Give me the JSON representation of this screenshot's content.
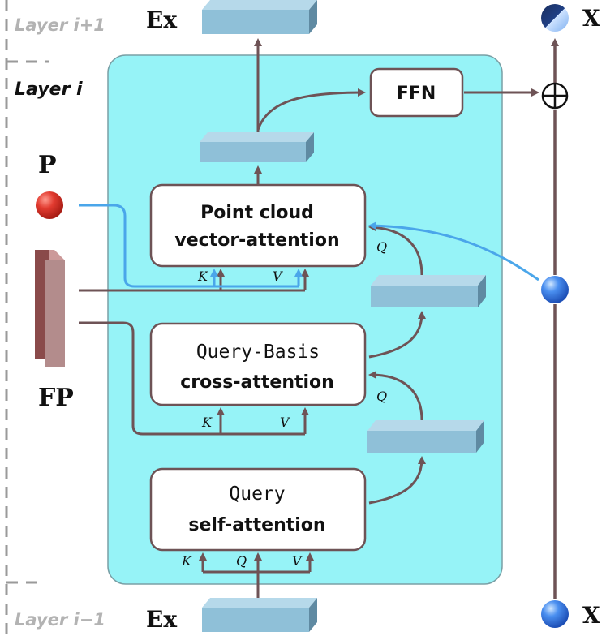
{
  "layers": {
    "above": "Layer i+1",
    "current": "Layer i",
    "below": "Layer i−1"
  },
  "symbols": {
    "ex_top": "Ex",
    "ex_bottom": "Ex",
    "x_top": "X",
    "x_bottom": "X",
    "p": "P",
    "fp": "FP",
    "plus": "⊕"
  },
  "blocks": {
    "ffn": "FFN",
    "point_cloud": {
      "line1": "Point cloud",
      "line2": "vector-attention"
    },
    "query_basis": {
      "line1": "Query-Basis",
      "line2": "cross-attention"
    },
    "query_self": {
      "line1": "Query",
      "line2": "self-attention"
    }
  },
  "labels": {
    "K": "K",
    "V": "V",
    "Q": "Q"
  },
  "colors": {
    "layer_bg": "#96f3f7",
    "feature_box": "#8fc0d8",
    "arrow": "#6e5356",
    "blue_arrow": "#4aa6ea",
    "point_red": "#e23b30"
  }
}
